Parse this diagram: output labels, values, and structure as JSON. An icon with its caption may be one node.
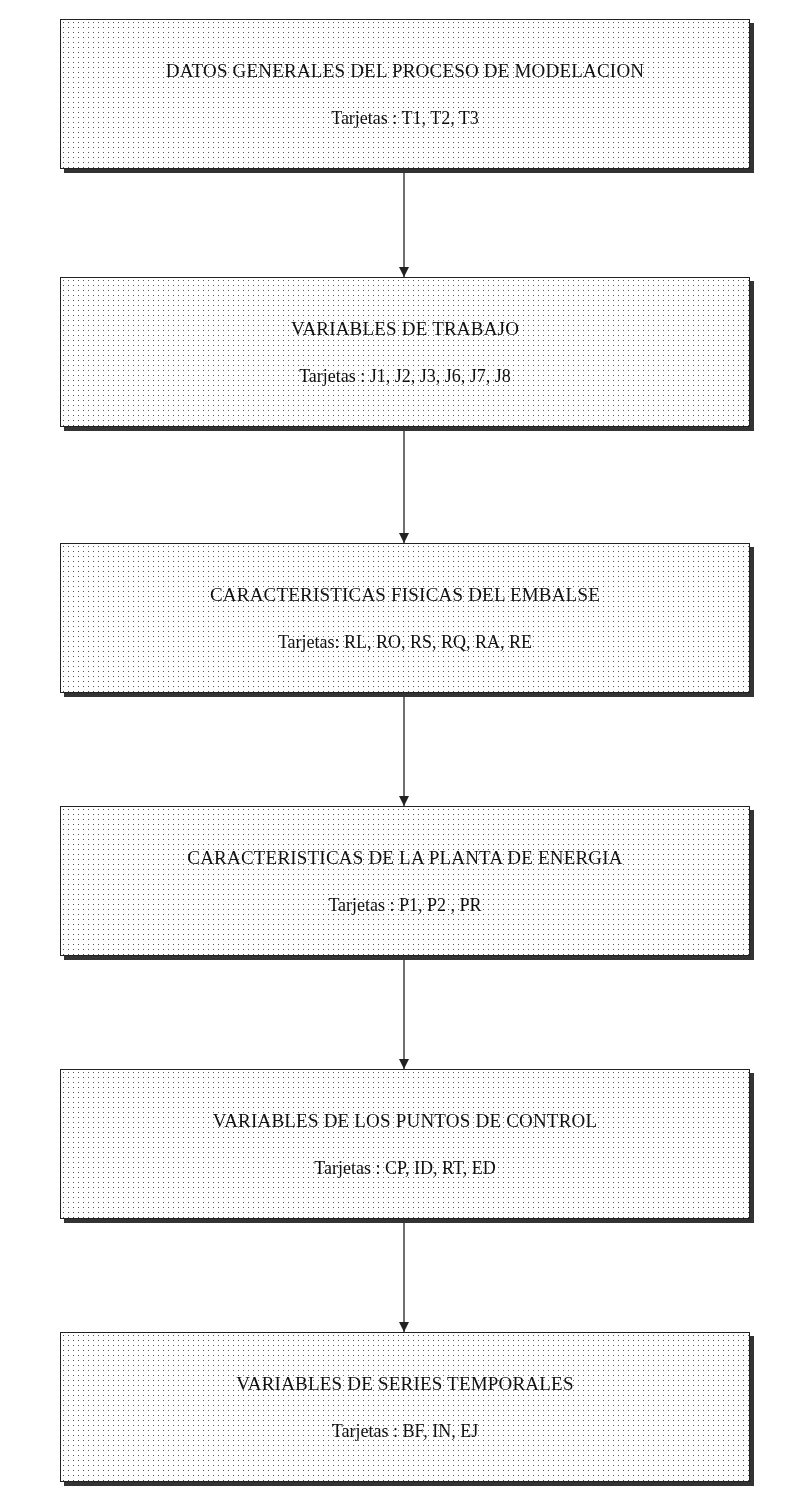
{
  "diagram": {
    "nodes": [
      {
        "text": [
          "DATOS GENERALES DEL PROCESO DE MODELACION",
          "Tarjetas : T1, T2, T3"
        ]
      },
      {
        "text": [
          "VARIABLES DE TRABAJO",
          "Tarjetas : J1, J2, J3, J6, J7, J8"
        ]
      },
      {
        "text": [
          "CARACTERISTICAS FISICAS DEL EMBALSE",
          "Tarjetas: RL, RO, RS, RQ, RA, RE"
        ]
      },
      {
        "text": [
          "CARACTERISTICAS DE LA PLANTA DE ENERGIA",
          "Tarjetas : P1, P2 , PR"
        ]
      },
      {
        "text": [
          "VARIABLES DE LOS PUNTOS DE CONTROL",
          "Tarjetas : CP, ID, RT, ED"
        ]
      },
      {
        "text": [
          "VARIABLES DE SERIES TEMPORALES",
          "Tarjetas : BF, IN, EJ"
        ]
      }
    ],
    "edges": [
      {
        "from": 0,
        "to": 1,
        "arrow": "to"
      },
      {
        "from": 1,
        "to": 2,
        "arrow": "to"
      },
      {
        "from": 2,
        "to": 3,
        "arrow": "to"
      },
      {
        "from": 3,
        "to": 4,
        "arrow": "to"
      },
      {
        "from": 4,
        "to": 5,
        "arrow": "to"
      }
    ]
  }
}
